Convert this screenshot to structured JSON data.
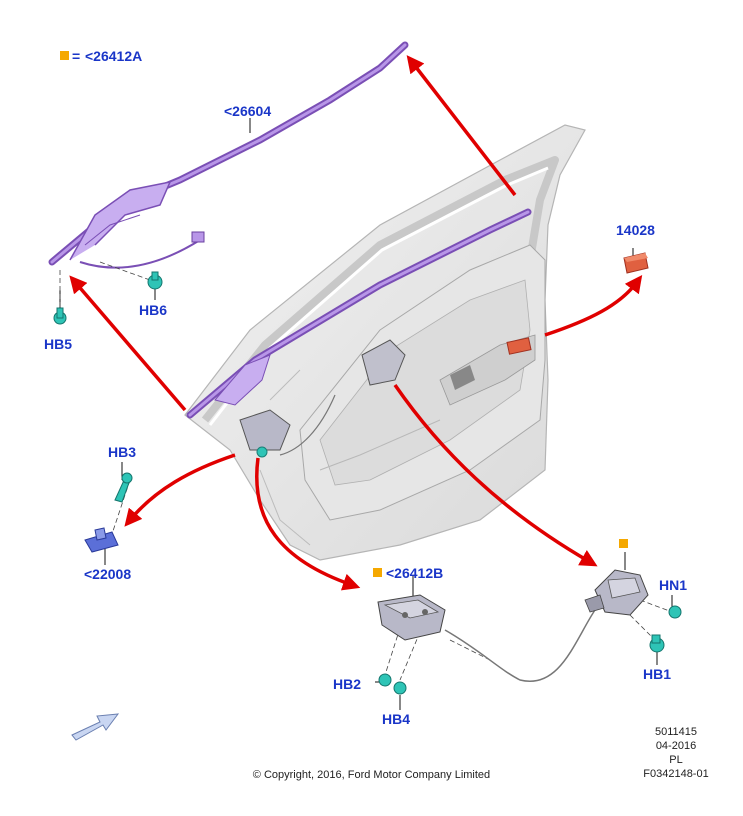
{
  "legend": {
    "marker_color": "#f5a800",
    "equals": "=",
    "code": "<26412A"
  },
  "labels": {
    "l26604": "<26604",
    "hb6": "HB6",
    "hb5": "HB5",
    "p14028": "14028",
    "hb3": "HB3",
    "l22008": "<22008",
    "l26412b": "<26412B",
    "hn1": "HN1",
    "hb1": "HB1",
    "hb2": "HB2",
    "hb4": "HB4"
  },
  "reference": {
    "line1": "5011415",
    "line2": "04-2016",
    "line3": "PL",
    "line4": "F0342148-01"
  },
  "copyright": "© Copyright, 2016, Ford Motor Company Limited",
  "colors": {
    "callout_text": "#1a36c8",
    "arrow": "#e00000",
    "weatherstrip": "#9b6fd0",
    "clip": "#2ec4b6",
    "switch": "#e06040"
  }
}
